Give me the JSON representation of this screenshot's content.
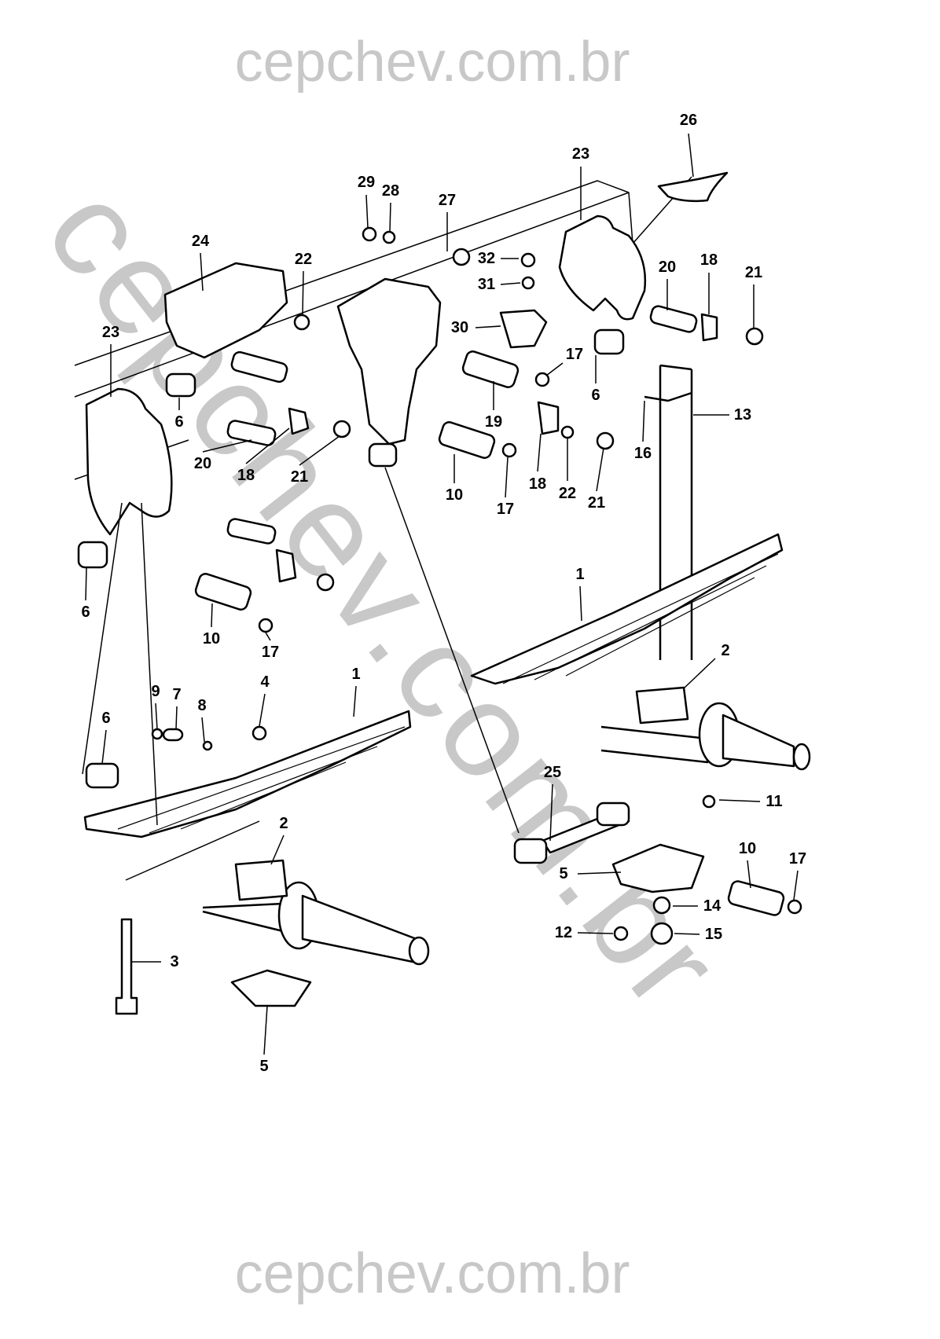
{
  "watermark": {
    "top": "cepchev.com.br",
    "bottom": "cepchev.com.br",
    "diagonal": "cepchev.com.br"
  },
  "callouts": [
    "26",
    "23",
    "29",
    "28",
    "27",
    "24",
    "22",
    "32",
    "31",
    "20",
    "18",
    "21",
    "30",
    "23",
    "17",
    "6",
    "19",
    "13",
    "16",
    "6",
    "20",
    "18",
    "21",
    "10",
    "18",
    "22",
    "21",
    "17",
    "6",
    "1",
    "10",
    "17",
    "2",
    "9",
    "7",
    "8",
    "4",
    "1",
    "6",
    "25",
    "11",
    "10",
    "17",
    "2",
    "5",
    "14",
    "12",
    "15",
    "3",
    "5"
  ]
}
